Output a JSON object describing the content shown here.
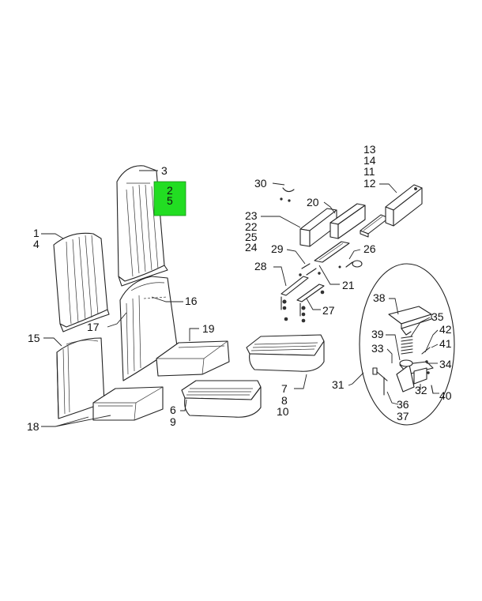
{
  "highlight": {
    "color": "#22dd22",
    "labels": [
      "2",
      "5"
    ]
  },
  "callouts": [
    {
      "id": "c1",
      "text": "1"
    },
    {
      "id": "c4",
      "text": "4"
    },
    {
      "id": "c3",
      "text": "3"
    },
    {
      "id": "c15",
      "text": "15"
    },
    {
      "id": "c17",
      "text": "17"
    },
    {
      "id": "c16",
      "text": "16"
    },
    {
      "id": "c18",
      "text": "18"
    },
    {
      "id": "c19",
      "text": "19"
    },
    {
      "id": "c6",
      "text": "6"
    },
    {
      "id": "c9",
      "text": "9"
    },
    {
      "id": "c7",
      "text": "7"
    },
    {
      "id": "c8",
      "text": "8"
    },
    {
      "id": "c10",
      "text": "10"
    },
    {
      "id": "c13",
      "text": "13"
    },
    {
      "id": "c14",
      "text": "14"
    },
    {
      "id": "c11",
      "text": "11"
    },
    {
      "id": "c12",
      "text": "12"
    },
    {
      "id": "c30",
      "text": "30"
    },
    {
      "id": "c20",
      "text": "20"
    },
    {
      "id": "c23",
      "text": "23"
    },
    {
      "id": "c22",
      "text": "22"
    },
    {
      "id": "c25",
      "text": "25"
    },
    {
      "id": "c24",
      "text": "24"
    },
    {
      "id": "c29",
      "text": "29"
    },
    {
      "id": "c26",
      "text": "26"
    },
    {
      "id": "c28",
      "text": "28"
    },
    {
      "id": "c21",
      "text": "21"
    },
    {
      "id": "c27",
      "text": "27"
    },
    {
      "id": "c38",
      "text": "38"
    },
    {
      "id": "c35",
      "text": "35"
    },
    {
      "id": "c39",
      "text": "39"
    },
    {
      "id": "c42",
      "text": "42"
    },
    {
      "id": "c41",
      "text": "41"
    },
    {
      "id": "c33",
      "text": "33"
    },
    {
      "id": "c34",
      "text": "34"
    },
    {
      "id": "c31",
      "text": "31"
    },
    {
      "id": "c32",
      "text": "32"
    },
    {
      "id": "c40",
      "text": "40"
    },
    {
      "id": "c36",
      "text": "36"
    },
    {
      "id": "c37",
      "text": "37"
    }
  ]
}
